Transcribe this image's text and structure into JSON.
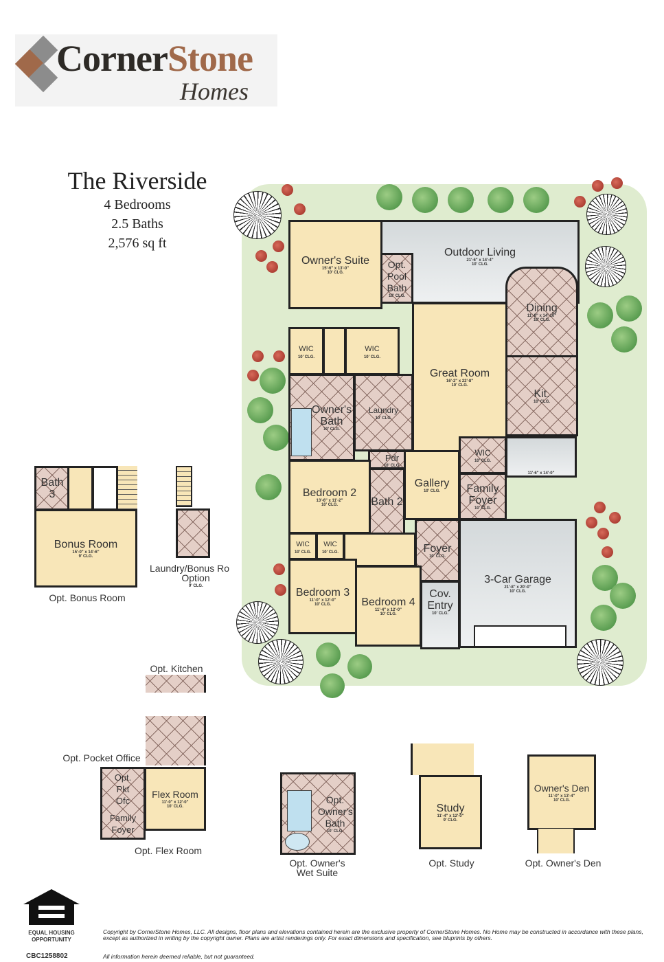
{
  "logo": {
    "brand_part1": "Corner",
    "brand_part2": "Stone",
    "sub": "Homes",
    "colors": {
      "gray": "#8c8c8c",
      "brown": "#a0694a"
    }
  },
  "plan": {
    "title": "The Riverside",
    "bedrooms": "4 Bedrooms",
    "baths": "2.5 Baths",
    "sqft": "2,576 sq ft"
  },
  "rooms": [
    {
      "name": "Owner's Suite",
      "dims": "15'-6\" x 13'-0\"",
      "clg": "10' CLG."
    },
    {
      "name": "Outdoor Living",
      "dims": "21'-6\" x 14'-4\"",
      "clg": "10' CLG."
    },
    {
      "name": "Opt. Pool Bath",
      "dims": "",
      "clg": "10' CLG."
    },
    {
      "name": "Dining",
      "dims": "11'-8\" x 14'-10\"",
      "clg": "10' CLG."
    },
    {
      "name": "Kit.",
      "dims": "",
      "clg": "10' CLG."
    },
    {
      "name": "Great Room",
      "dims": "16'-2\" x 22'-8\"",
      "clg": "10' CLG."
    },
    {
      "name": "WIC",
      "dims": "",
      "clg": "10' CLG."
    },
    {
      "name": "WIC",
      "dims": "",
      "clg": "10' CLG."
    },
    {
      "name": "Owner's Bath",
      "dims": "",
      "clg": "10' CLG."
    },
    {
      "name": "Laundry",
      "dims": "",
      "clg": "10' CLG."
    },
    {
      "name": "Pdr",
      "dims": "",
      "clg": "10' CLG."
    },
    {
      "name": "Bedroom 2",
      "dims": "13'-6\" x 11'-2\"",
      "clg": "10' CLG."
    },
    {
      "name": "Bath 2",
      "dims": "",
      "clg": ""
    },
    {
      "name": "Gallery",
      "dims": "",
      "clg": "10' CLG."
    },
    {
      "name": "WIC",
      "dims": "",
      "clg": "10' CLG."
    },
    {
      "name": "Family Foyer",
      "dims": "",
      "clg": "10' CLG."
    },
    {
      "name": "3-Car Garage",
      "dims": "21'-8\" x 20'-0\"",
      "clg": "10' CLG.",
      "extra": "11'-6\" x 14'-0\""
    },
    {
      "name": "Foyer",
      "dims": "",
      "clg": "10' CLG."
    },
    {
      "name": "Cov. Entry",
      "dims": "",
      "clg": "10' CLG."
    },
    {
      "name": "Bedroom 3",
      "dims": "11'-0\" x 12'-0\"",
      "clg": "10' CLG."
    },
    {
      "name": "Bedroom 4",
      "dims": "11'-4\" x 12'-0\"",
      "clg": "10' CLG."
    },
    {
      "name": "WIC",
      "dims": "",
      "clg": "10' CLG."
    },
    {
      "name": "WIC",
      "dims": "",
      "clg": "10' CLG."
    }
  ],
  "options": {
    "bonus": {
      "bath": "Bath 3",
      "room": "Bonus Room",
      "dims": "15'-0\" x 14'-6\"",
      "clg": "9' CLG.",
      "caption": "Opt. Bonus Room"
    },
    "laundry_bonus": {
      "caption1": "Laundry/Bonus Ro",
      "caption2": "Option",
      "clg": "9' CLG."
    },
    "kitchen": {
      "caption": "Opt. Kitchen"
    },
    "pocket_office": {
      "caption": "Opt. Pocket Office",
      "room": "Opt. Pkt Ofc",
      "foyer": "Family Foyer",
      "flex": "Flex Room",
      "flex_dims": "11'-0\" x 12'-0\"",
      "flex_clg": "10' CLG.",
      "caption2": "Opt. Flex Room"
    },
    "wet_suite": {
      "room": "Opt. Owner's Bath",
      "clg": "10' CLG.",
      "caption1": "Opt. Owner's",
      "caption2": "Wet Suite"
    },
    "study": {
      "room": "Study",
      "dims": "11'-4\" x 12'-0\"",
      "clg": "9' CLG.",
      "caption": "Opt. Study"
    },
    "den": {
      "room": "Owner's Den",
      "dims": "11'-0\" x 13'-4\"",
      "clg": "10' CLG.",
      "caption": "Opt. Owner's Den"
    }
  },
  "footer": {
    "eho1": "EQUAL HOUSING",
    "eho2": "OPPORTUNITY",
    "license": "CBC1258802",
    "copyright": "Copyright by CornerStone Homes, LLC. All designs, floor plans and elevations contained herein are the exclusive property of CornerStone Homes. No Home may be constructed in accordance with these plans, except as authorized in writing by the copyright owner. Plans are artist renderings only. For exact dimensions and specification, see bluprints by others.",
    "disclaimer": "All information herein deemed reliable, but not guaranteed."
  }
}
